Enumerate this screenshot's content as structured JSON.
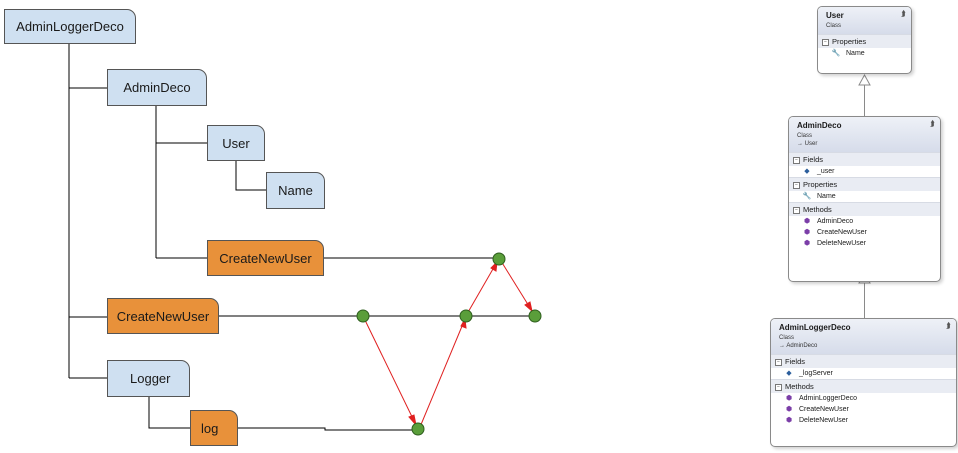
{
  "tree": {
    "nodes": {
      "admin_logger_deco": "AdminLoggerDeco",
      "admin_deco": "AdminDeco",
      "user": "User",
      "name": "Name",
      "create_new_user_inner": "CreateNewUser",
      "create_new_user_outer": "CreateNewUser",
      "logger": "Logger",
      "log": "log"
    },
    "colors": {
      "class_node": "#cfe0f1",
      "method_node": "#e8913a",
      "call_point": "#5a9e3a",
      "call_arrow": "#e02020",
      "connector": "#000000"
    }
  },
  "class_diagram": {
    "user": {
      "title": "User",
      "kind": "Class",
      "sections": [
        {
          "label": "Properties",
          "items": [
            {
              "icon": "wrench-icon",
              "name": "Name"
            }
          ]
        }
      ]
    },
    "admin_deco": {
      "title": "AdminDeco",
      "kind": "Class",
      "base": "→ User",
      "sections": [
        {
          "label": "Fields",
          "items": [
            {
              "icon": "field-icon",
              "name": "_user"
            }
          ]
        },
        {
          "label": "Properties",
          "items": [
            {
              "icon": "wrench-icon",
              "name": "Name"
            }
          ]
        },
        {
          "label": "Methods",
          "items": [
            {
              "icon": "method-icon",
              "name": "AdminDeco"
            },
            {
              "icon": "method-icon",
              "name": "CreateNewUser"
            },
            {
              "icon": "method-icon",
              "name": "DeleteNewUser"
            }
          ]
        }
      ]
    },
    "admin_logger_deco": {
      "title": "AdminLoggerDeco",
      "kind": "Class",
      "base": "→ AdminDeco",
      "sections": [
        {
          "label": "Fields",
          "items": [
            {
              "icon": "field-icon",
              "name": "_logServer"
            }
          ]
        },
        {
          "label": "Methods",
          "items": [
            {
              "icon": "method-icon",
              "name": "AdminLoggerDeco"
            },
            {
              "icon": "method-icon",
              "name": "CreateNewUser"
            },
            {
              "icon": "method-icon",
              "name": "DeleteNewUser"
            }
          ]
        }
      ]
    }
  }
}
